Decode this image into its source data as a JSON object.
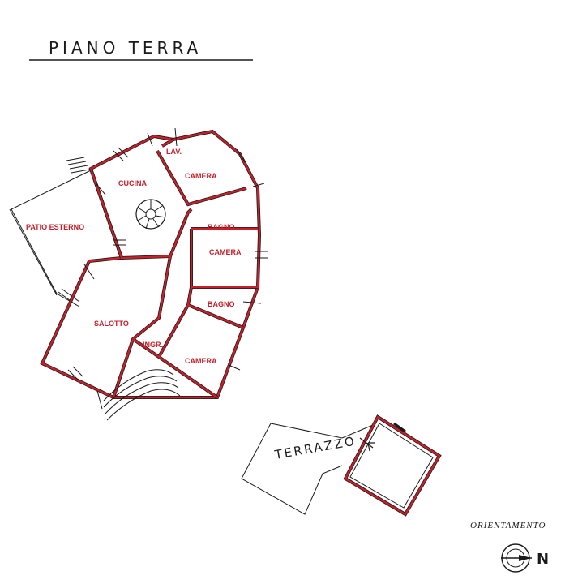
{
  "title": "PIANO TERRA",
  "rooms": {
    "patio": "PATIO ESTERNO",
    "cucina": "CUCINA",
    "lav": "LAV.",
    "camera1": "CAMERA",
    "bagno1": "BAGNO",
    "camera2": "CAMERA",
    "bagno2": "BAGNO",
    "salotto": "SALOTTO",
    "ingr": "INGR.",
    "camera3": "CAMERA"
  },
  "terrace_label": "TERRAZZO",
  "orientation_label": "ORIENTAMENTO",
  "north_symbol": "N",
  "colors": {
    "wall": "#1a1a1a",
    "accent": "#c8202a"
  }
}
